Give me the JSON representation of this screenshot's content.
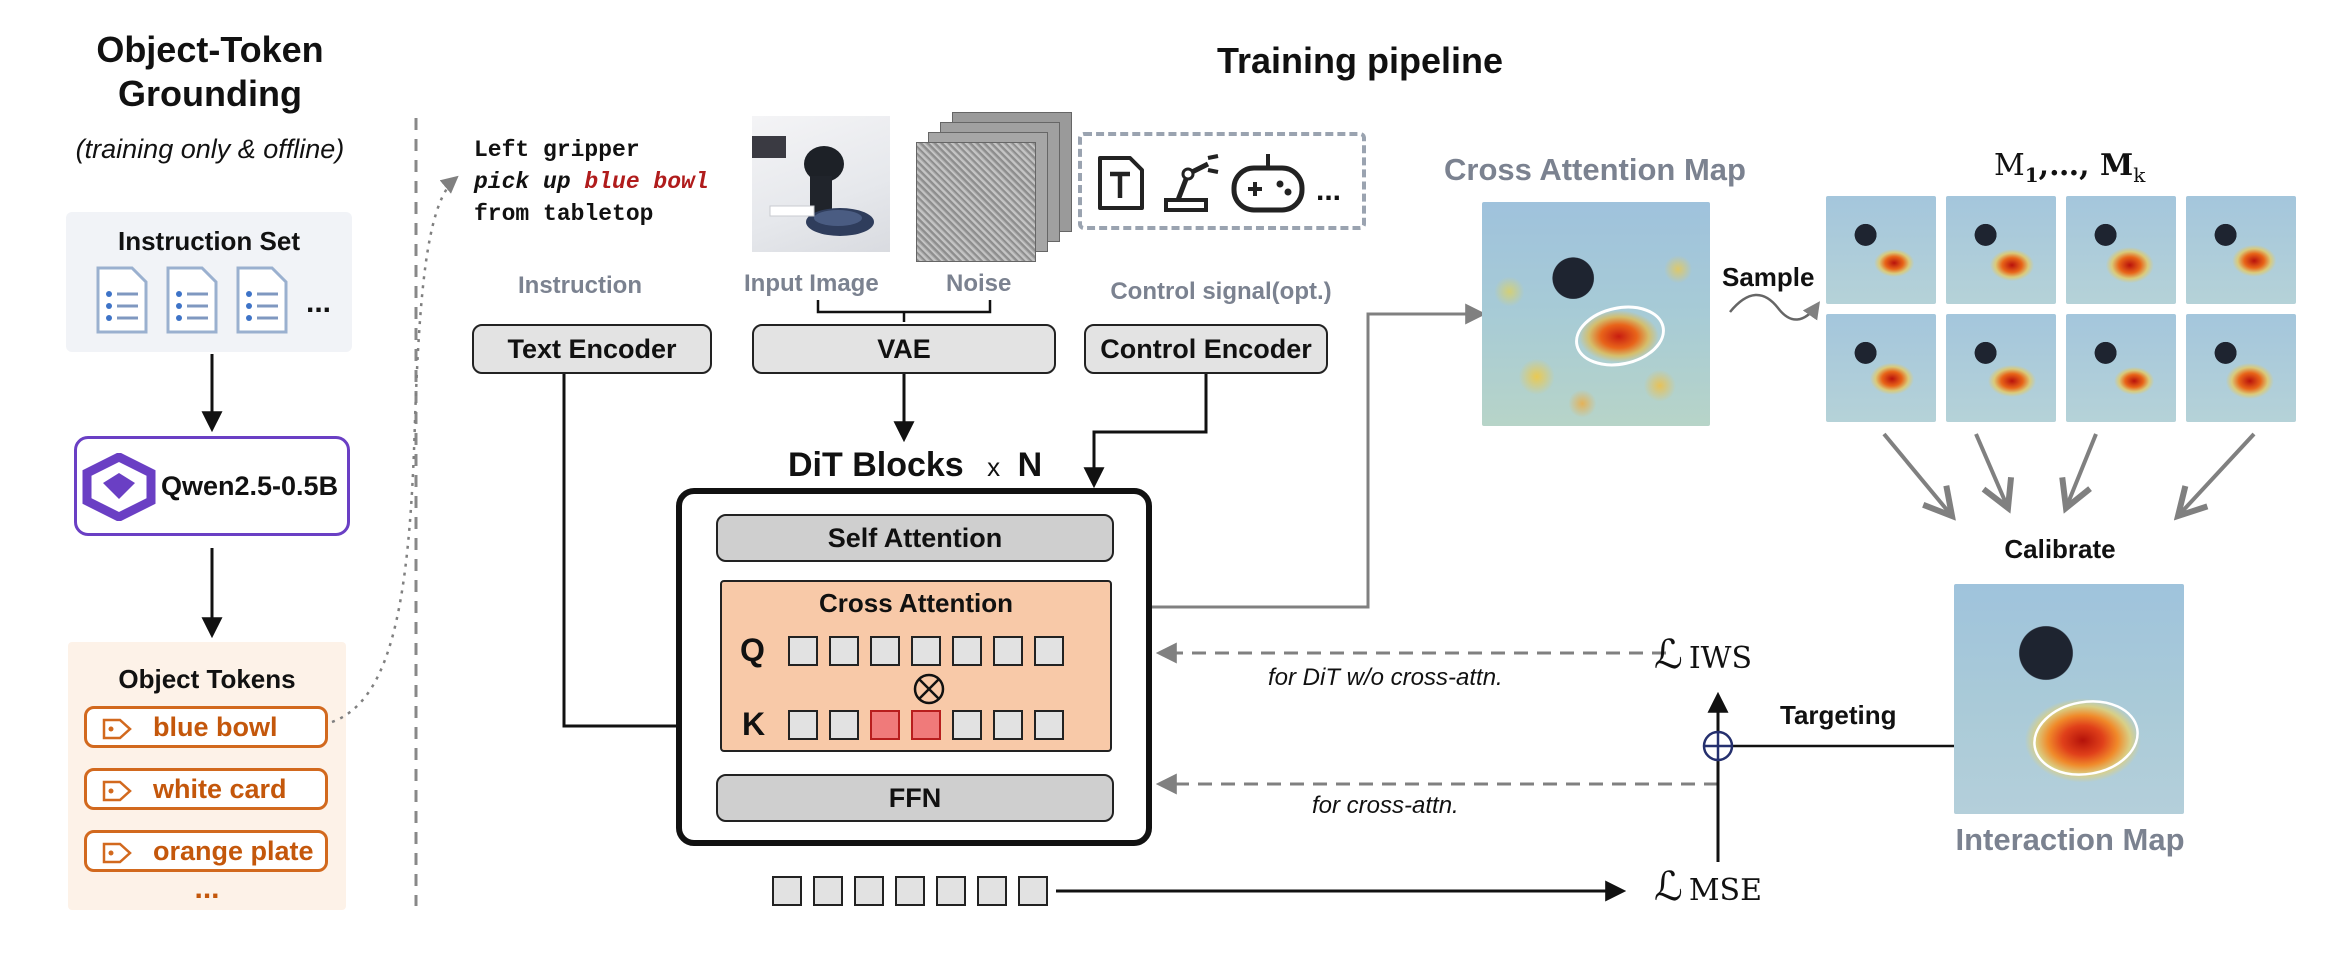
{
  "left_panel": {
    "title_line1": "Object-Token",
    "title_line2": "Grounding",
    "subtitle": "(training only & offline)",
    "instruction_set_label": "Instruction Set",
    "instruction_ellipsis": "...",
    "model_label": "Qwen2.5-0.5B",
    "object_tokens_label": "Object Tokens",
    "tokens": [
      "blue bowl",
      "white card",
      "orange plate"
    ],
    "tokens_ellipsis": "..."
  },
  "pipeline": {
    "title": "Training pipeline",
    "instruction_text": {
      "line1": "Left gripper",
      "line2_prefix": "pick up ",
      "line2_highlight": "blue bowl",
      "line3": "from tabletop"
    },
    "control_ellipsis": "...",
    "labels": {
      "instruction": "Instruction",
      "input_image": "Input Image",
      "noise": "Noise",
      "control_signal": "Control signal(opt.)"
    },
    "encoders": {
      "text": "Text Encoder",
      "vae": "VAE",
      "control": "Control Encoder"
    },
    "dit": {
      "title": "DiT Blocks",
      "multiplier_x": "x",
      "multiplier_n": "N",
      "self_attention": "Self Attention",
      "cross_attention": "Cross Attention",
      "q_label": "Q",
      "k_label": "K",
      "ffn": "FFN"
    },
    "losses": {
      "iws_symbol": "ℒ",
      "iws_sub": "IWS",
      "mse_symbol": "ℒ",
      "mse_sub": "MSE"
    },
    "arrow_labels": {
      "dit_no_cross": "for DiT w/o cross-attn.",
      "cross": "for cross-attn.",
      "targeting": "Targeting"
    }
  },
  "right_panel": {
    "cross_attention_map_label": "Cross Attention Map",
    "sample_label": "Sample",
    "maps_label_prefix": "M",
    "maps_label_sub1": "1",
    "maps_label_mid": ",…, M",
    "maps_label_subk": "k",
    "calibrate_label": "Calibrate",
    "interaction_map_label": "Interaction Map"
  },
  "colors": {
    "token_orange": "#d2691e",
    "token_text": "#c4570b",
    "cross_attention_fill": "#f8c9a8",
    "highlight_red": "#b01c1c",
    "qwen_purple": "#6a3fc4",
    "gray_label": "#7b8290"
  },
  "icons": [
    "list-document-icon",
    "qwen-logo-icon",
    "tag-icon",
    "text-icon",
    "robot-arm-icon",
    "gamepad-icon",
    "otimes-icon",
    "oplus-icon"
  ]
}
